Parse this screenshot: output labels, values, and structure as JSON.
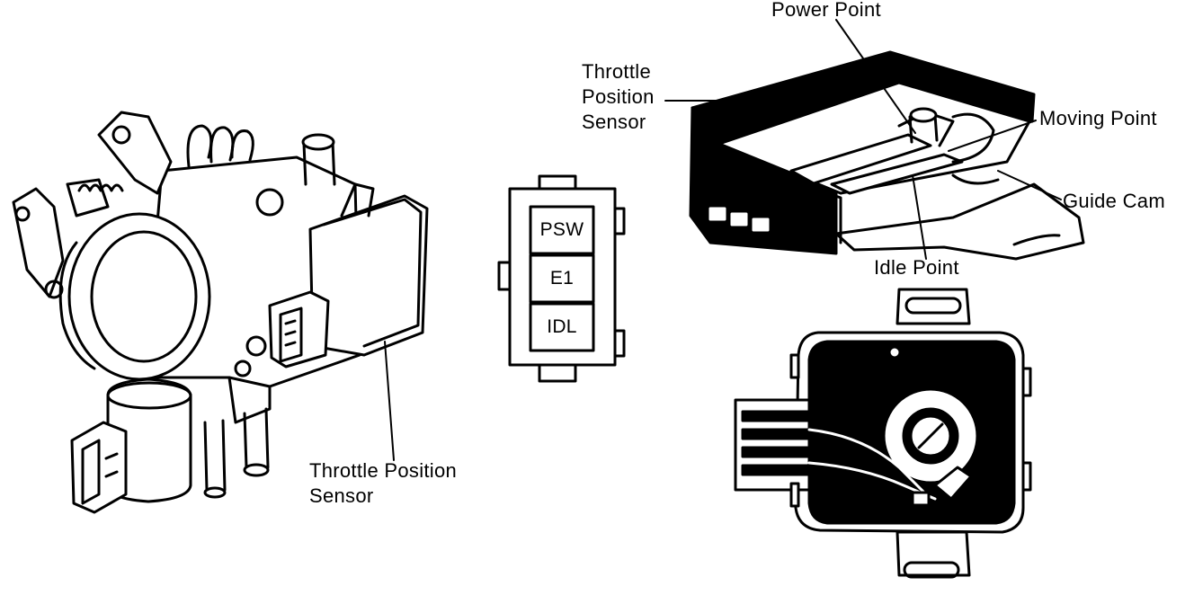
{
  "labels": {
    "throttle_body_sensor": [
      "Throttle Position",
      "Sensor"
    ],
    "sensor_internal_title": [
      "Throttle",
      "Position",
      "Sensor"
    ],
    "power_point": "Power Point",
    "moving_point": "Moving Point",
    "guide_cam": "Guide Cam",
    "idle_point": "Idle Point"
  },
  "connector": {
    "pins": [
      "PSW",
      "E1",
      "IDL"
    ]
  }
}
